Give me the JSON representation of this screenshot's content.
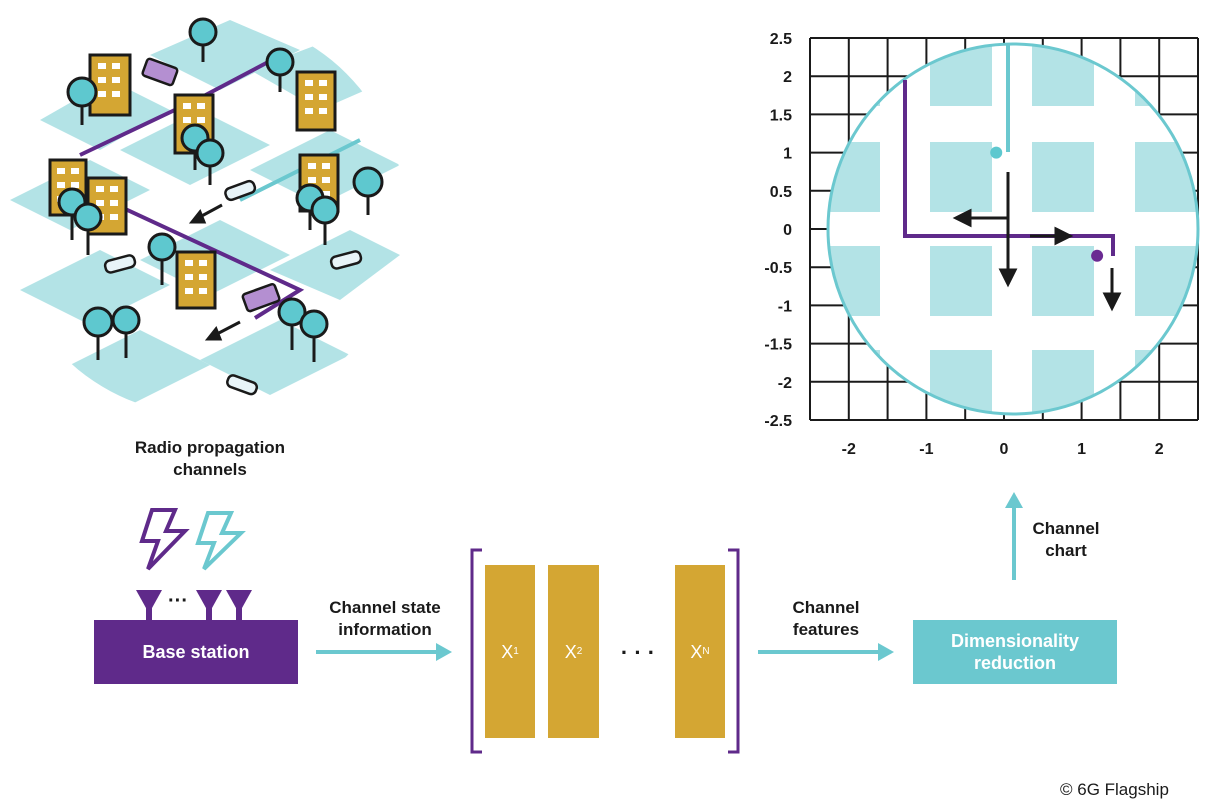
{
  "city": {
    "caption_line1": "Radio propagation",
    "caption_line2": "channels"
  },
  "base_station": {
    "label": "Base station",
    "ellipsis": "···"
  },
  "csi": {
    "line1": "Channel state",
    "line2": "information"
  },
  "features": {
    "line1": "Channel",
    "line2": "features",
    "items": [
      {
        "letter": "X",
        "sub": "1"
      },
      {
        "letter": "X",
        "sub": "2"
      },
      {
        "letter": "X",
        "sub": "N"
      }
    ],
    "dots": "· · ·"
  },
  "reduction": {
    "line1": "Dimensionality",
    "line2": "reduction"
  },
  "chart_label": {
    "line1": "Channel",
    "line2": "chart"
  },
  "chart_data": {
    "type": "scatter",
    "x_ticks": [
      "-2",
      "-1",
      "0",
      "1",
      "2"
    ],
    "y_ticks": [
      "2.5",
      "2",
      "1.5",
      "1",
      "0.5",
      "0",
      "-0.5",
      "-1",
      "-1.5",
      "-2",
      "-2.5"
    ],
    "xlim": [
      -2.5,
      2.5
    ],
    "ylim": [
      -2.5,
      2.5
    ],
    "grid": true,
    "points": [
      {
        "x": -0.1,
        "y": 1.0,
        "color": "#5ec8cf"
      },
      {
        "x": 1.2,
        "y": -0.35,
        "color": "#6a2a92"
      }
    ]
  },
  "colors": {
    "purple": "#5f2a8a",
    "teal": "#6bc8cf",
    "light_teal": "#b3e3e6",
    "gold": "#d4a633",
    "dark": "#1a1a1a"
  },
  "copyright": "© 6G Flagship"
}
